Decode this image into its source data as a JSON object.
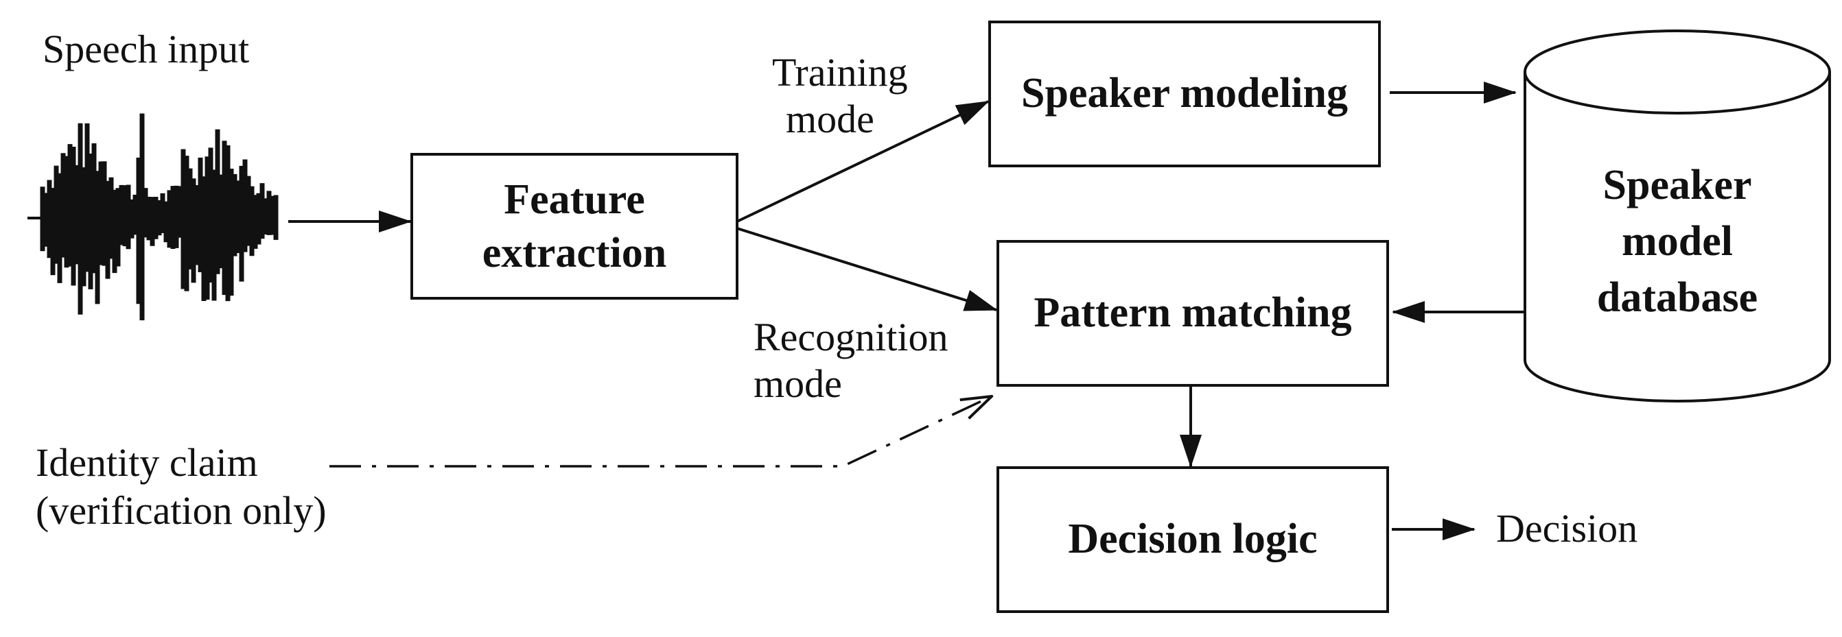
{
  "labels": {
    "speech_input": "Speech input",
    "training_mode": [
      "Training",
      "mode"
    ],
    "recognition_mode": [
      "Recognition",
      "mode"
    ],
    "identity_claim": [
      "Identity claim",
      "(verification only)"
    ],
    "decision": "Decision"
  },
  "boxes": {
    "feature_extraction": [
      "Feature",
      "extraction"
    ],
    "speaker_modeling": "Speaker modeling",
    "pattern_matching": "Pattern matching",
    "decision_logic": "Decision logic",
    "database": [
      "Speaker",
      "model",
      "database"
    ]
  },
  "colors": {
    "stroke": "#111111",
    "background": "#ffffff"
  }
}
